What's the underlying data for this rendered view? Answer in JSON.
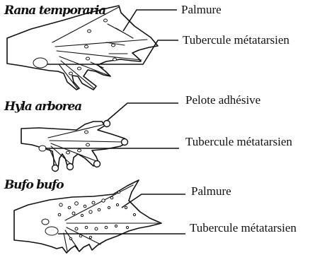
{
  "panels": [
    {
      "species": "Rana temporaria",
      "labels": [
        "Palmure",
        "Tubercule métatarsien"
      ]
    },
    {
      "species": "Hyla arborea",
      "labels": [
        "Pelote adhésive",
        "Tubercule métatarsien"
      ]
    },
    {
      "species": "Bufo bufo",
      "labels": [
        "Palmure",
        "Tubercule métatarsien"
      ]
    }
  ],
  "colors": {
    "ink": "#111111",
    "background": "#ffffff"
  }
}
